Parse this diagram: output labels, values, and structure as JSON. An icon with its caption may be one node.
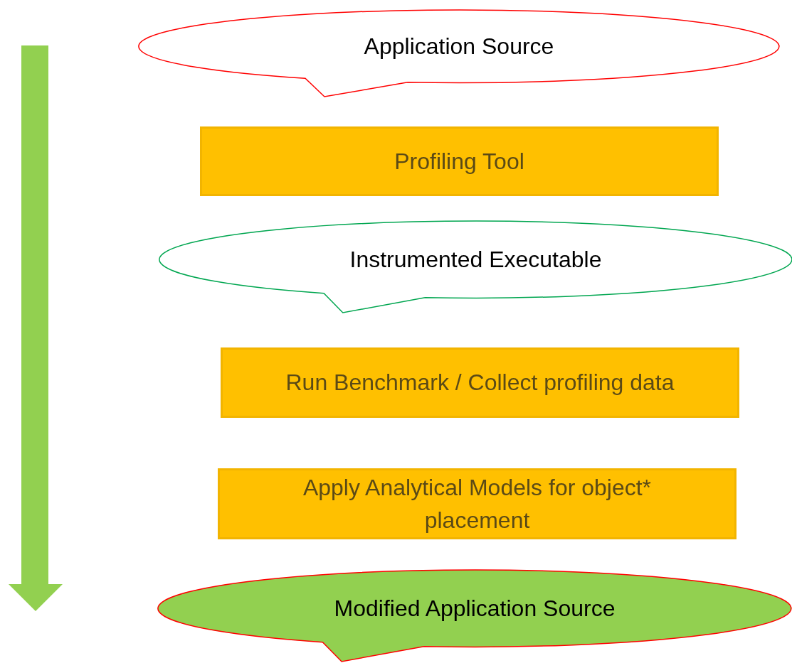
{
  "diagram": {
    "nodes": [
      {
        "text": [
          "Application Source"
        ]
      },
      {
        "text": [
          "Profiling Tool"
        ]
      },
      {
        "text": [
          "Instrumented Executable"
        ]
      },
      {
        "text": [
          "Run Benchmark / Collect profiling data"
        ]
      },
      {
        "text": [
          "Apply Analytical Models for object* placement"
        ]
      },
      {
        "text": [
          "Modified Application Source"
        ]
      }
    ]
  }
}
